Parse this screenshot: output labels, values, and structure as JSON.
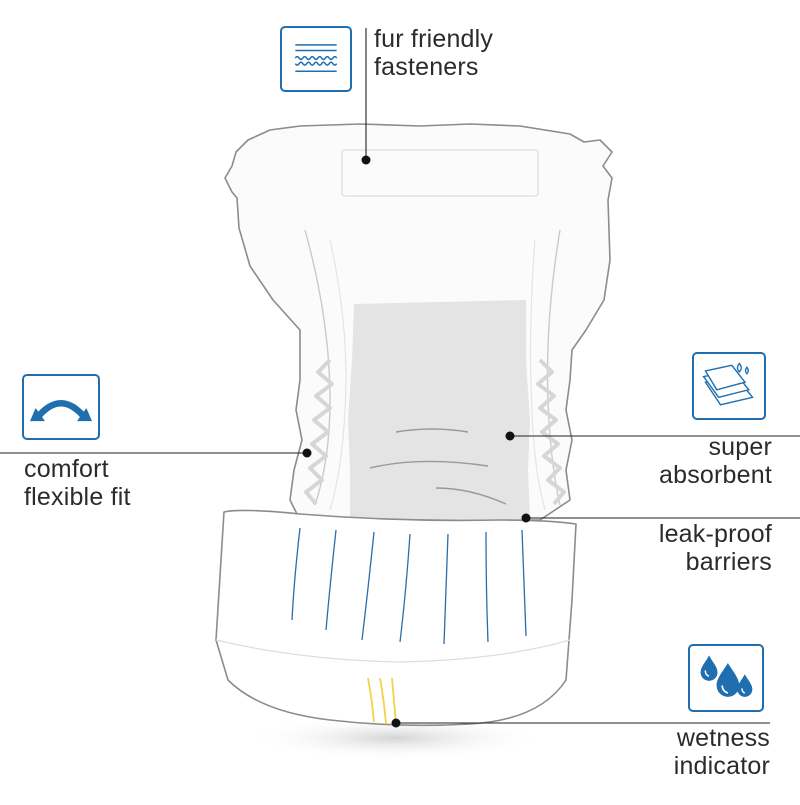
{
  "features": {
    "fasteners": {
      "line1": "fur friendly",
      "line2": "fasteners",
      "icon": "fastener-strip-icon"
    },
    "comfort": {
      "line1": "comfort",
      "line2": "flexible fit",
      "icon": "flex-arrows-icon"
    },
    "absorbent": {
      "line1": "super",
      "line2": "absorbent",
      "icon": "absorbent-layers-icon"
    },
    "barriers": {
      "line1": "leak-proof",
      "line2": "barriers"
    },
    "wetness": {
      "line1": "wetness",
      "line2": "indicator",
      "icon": "water-drops-icon"
    }
  },
  "colors": {
    "icon_blue": "#1f6fb0",
    "outline": "#8a8a8a",
    "leader": "#222222",
    "stripe": "#2c6ea8",
    "indicator": "#f2d34a",
    "core": "#e2e2e2"
  }
}
